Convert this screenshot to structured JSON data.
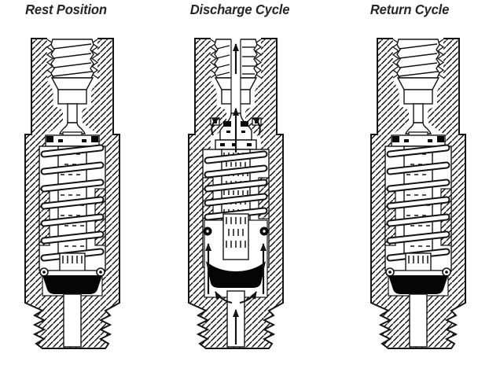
{
  "page": {
    "background": "#ffffff"
  },
  "colors": {
    "line": "#141414",
    "fill": "#ffffff",
    "seal": "#050505",
    "title_text": "#262626"
  },
  "panels": [
    {
      "id": "rest",
      "title": "Rest Position",
      "variant": "rest",
      "flow_arrows": false
    },
    {
      "id": "discharge",
      "title": "Discharge Cycle",
      "variant": "discharge",
      "flow_arrows": true
    },
    {
      "id": "return",
      "title": "Return Cycle",
      "variant": "return",
      "flow_arrows": false
    }
  ]
}
